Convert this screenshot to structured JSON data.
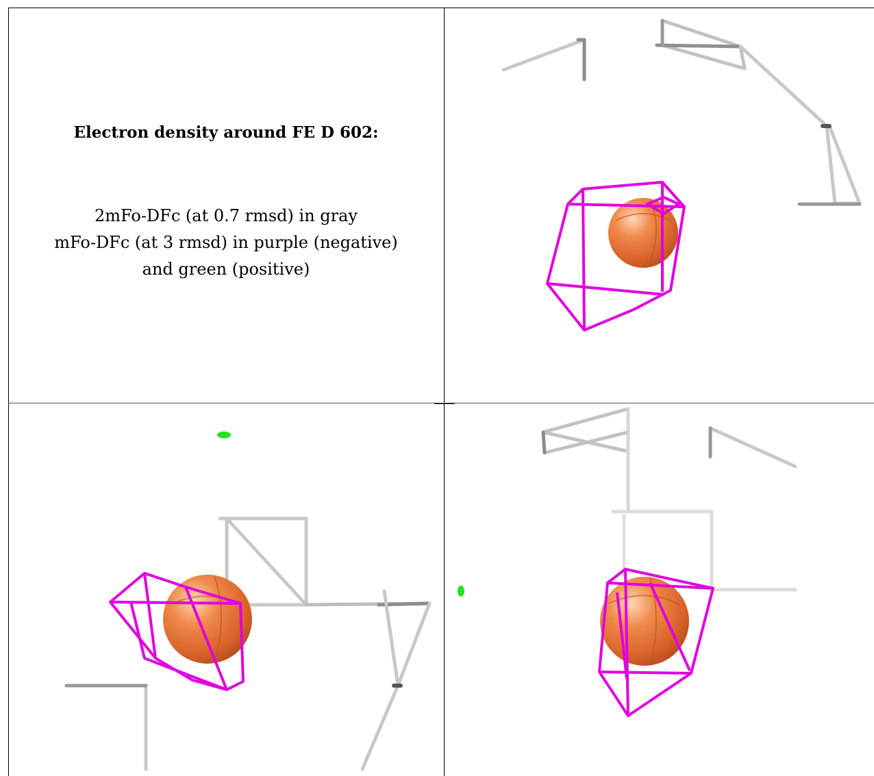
{
  "caption": {
    "title": "Electron density around FE D 602:",
    "line1": "2mFo-DFc (at 0.7 rmsd) in gray",
    "line2": "mFo-DFc (at 3 rmsd) in purple (negative)",
    "line3": "and green (positive)"
  },
  "colors": {
    "gray_density": "#c8c8c8",
    "dark_gray": "#8a8a8a",
    "negative_density": "#e000e0",
    "positive_density": "#22e022",
    "iron_atom": "#e8763a",
    "grid_lines": "#000000"
  },
  "panels": [
    {
      "name": "caption-panel"
    },
    {
      "name": "view-top-right"
    },
    {
      "name": "view-bottom-left"
    },
    {
      "name": "view-bottom-right"
    }
  ]
}
